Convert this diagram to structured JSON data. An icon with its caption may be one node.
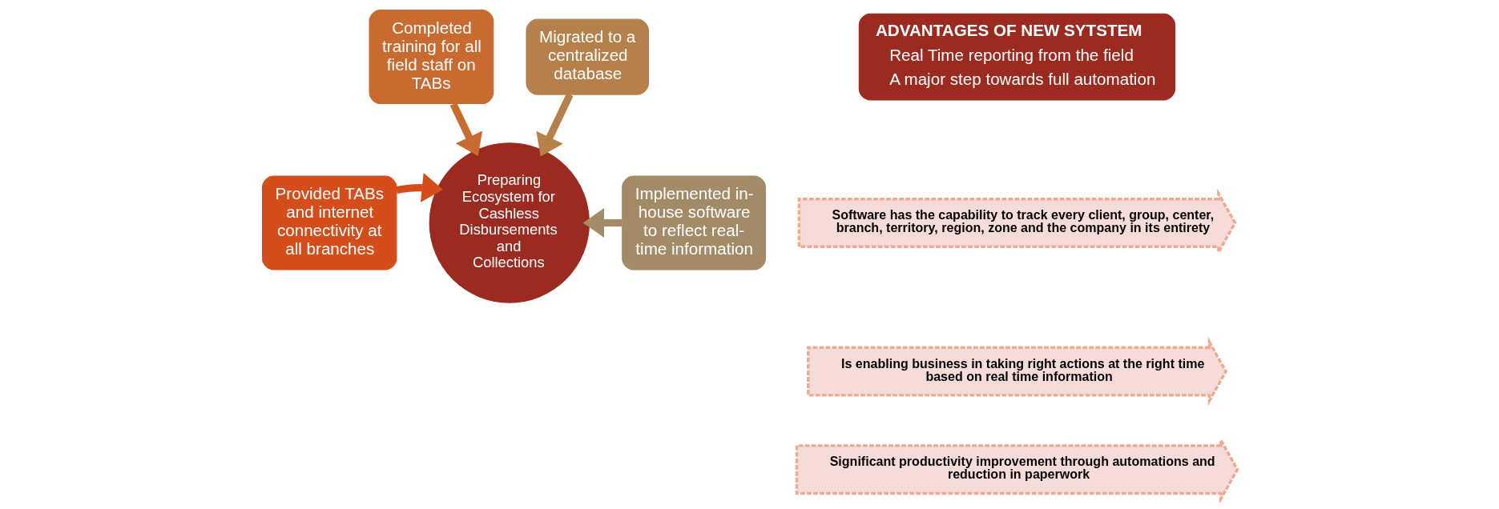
{
  "diagram": {
    "nodes": [
      {
        "text": [
          "Provided TABs and internet connectivity at all branches"
        ]
      },
      {
        "text": [
          "Completed training for all field staff on TABs"
        ]
      },
      {
        "text": [
          "Migrated to a centralized database"
        ]
      },
      {
        "text": [
          "Implemented in-house software to reflect real-time information"
        ]
      },
      {
        "text": [
          "Preparing Ecosystem for Cashless Disbursements and Collections"
        ]
      },
      {
        "text": [
          "ADVANTAGES OF NEW SYTSTEM",
          "Real Time reporting from the field",
          "A major step towards full automation"
        ]
      },
      {
        "text": [
          "Software has the capability to track every client, group, center, branch, territory, region, zone and the company in its entirety"
        ]
      },
      {
        "text": [
          "Is enabling business in taking right actions at the right time based on real time information"
        ]
      },
      {
        "text": [
          "Significant productivity improvement through automations and reduction in paperwork"
        ]
      }
    ],
    "edges": [
      {
        "from": 0,
        "to": 4,
        "arrow": "to",
        "color": "#d64d1c"
      },
      {
        "from": 1,
        "to": 4,
        "arrow": "to",
        "color": "#c96a30"
      },
      {
        "from": 2,
        "to": 4,
        "arrow": "to",
        "color": "#b5804a"
      },
      {
        "from": 3,
        "to": 4,
        "arrow": "to",
        "color": "#a38b67"
      }
    ]
  }
}
